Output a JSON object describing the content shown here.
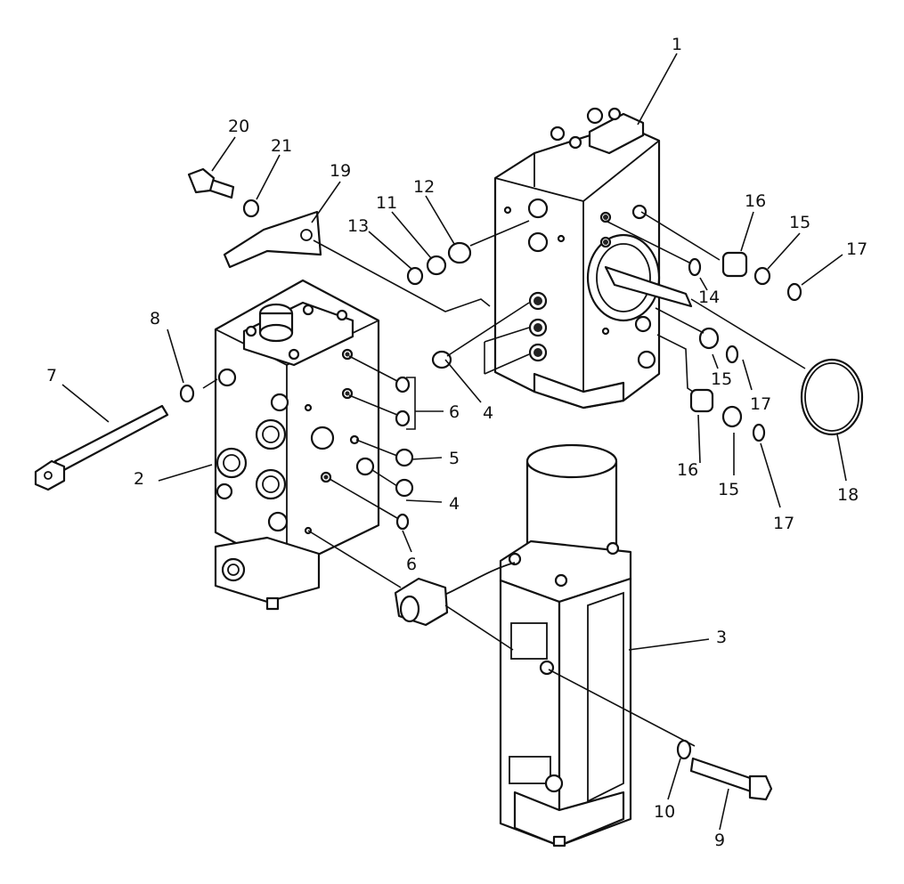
{
  "callouts": [
    {
      "id": "c1",
      "text": "1"
    },
    {
      "id": "c2",
      "text": "2"
    },
    {
      "id": "c3",
      "text": "3"
    },
    {
      "id": "c4a",
      "text": "4"
    },
    {
      "id": "c4b",
      "text": "4"
    },
    {
      "id": "c5",
      "text": "5"
    },
    {
      "id": "c6a",
      "text": "6"
    },
    {
      "id": "c6b",
      "text": "6"
    },
    {
      "id": "c7",
      "text": "7"
    },
    {
      "id": "c8",
      "text": "8"
    },
    {
      "id": "c9",
      "text": "9"
    },
    {
      "id": "c10",
      "text": "10"
    },
    {
      "id": "c11",
      "text": "11"
    },
    {
      "id": "c12",
      "text": "12"
    },
    {
      "id": "c13",
      "text": "13"
    },
    {
      "id": "c14",
      "text": "14"
    },
    {
      "id": "c15a",
      "text": "15"
    },
    {
      "id": "c15b",
      "text": "15"
    },
    {
      "id": "c15c",
      "text": "15"
    },
    {
      "id": "c16a",
      "text": "16"
    },
    {
      "id": "c16b",
      "text": "16"
    },
    {
      "id": "c17a",
      "text": "17"
    },
    {
      "id": "c17b",
      "text": "17"
    },
    {
      "id": "c17c",
      "text": "17"
    },
    {
      "id": "c18",
      "text": "18"
    },
    {
      "id": "c19",
      "text": "19"
    },
    {
      "id": "c20",
      "text": "20"
    },
    {
      "id": "c21",
      "text": "21"
    }
  ]
}
